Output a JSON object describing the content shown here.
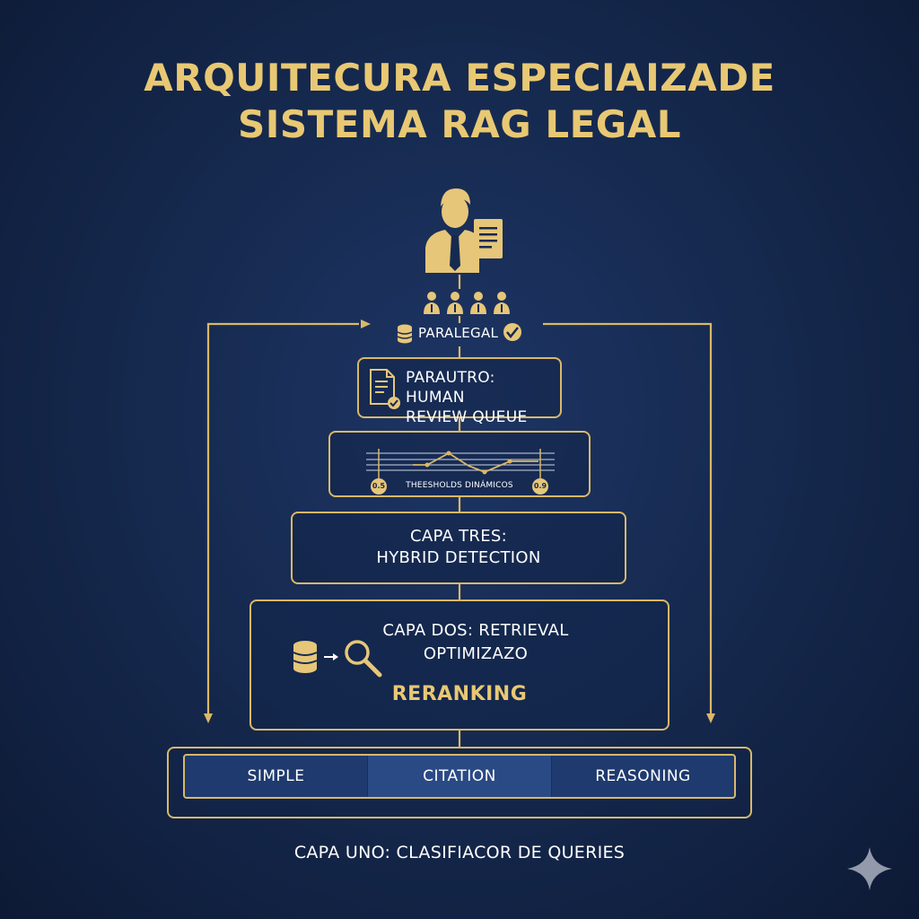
{
  "title": {
    "line1": "ARQUITECURA ESPECIAIZADE",
    "line2": "SISTEMA RAG LEGAL"
  },
  "paralegal": {
    "label": "PARALEGAL"
  },
  "human_review": {
    "line1": "PARAUTRO: HUMAN",
    "line2": "REVIEW QUEUE"
  },
  "thresholds": {
    "label": "THEESHOLDS DINÁMICOS",
    "left_badge": "0.5",
    "right_badge": "0.9"
  },
  "capa_tres": {
    "line1": "CAPA TRES:",
    "line2": "HYBRID DETECTION"
  },
  "capa_dos": {
    "line1": "CAPA DOS: RETRIEVAL",
    "line2": "OPTIMIZAZO",
    "reranking": "RERANKING"
  },
  "classifier": {
    "segments": [
      "SIMPLE",
      "CITATION",
      "REASONING"
    ],
    "caption": "CAPA UNO: CLASIFIACOR DE QUERIES"
  },
  "colors": {
    "gold": "#d9b868",
    "title_gold": "#e8c873",
    "background": "#162a50",
    "segment_fill": "#1f3a6e",
    "segment_highlight": "#2a4a85"
  },
  "icons": [
    "lawyer-icon",
    "team-icon",
    "database-icon",
    "check-icon",
    "document-check-icon",
    "search-icon",
    "sparkle-icon"
  ]
}
